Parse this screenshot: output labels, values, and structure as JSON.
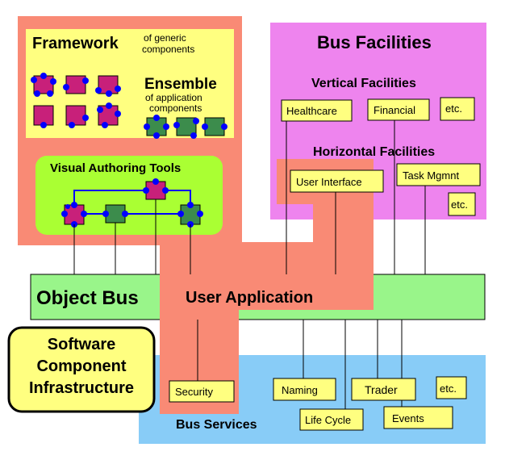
{
  "framework": {
    "title": "Framework",
    "subtitle_line1": "of generic",
    "subtitle_line2": "components"
  },
  "ensemble": {
    "title": "Ensemble",
    "subtitle_line1": "of application",
    "subtitle_line2": "components"
  },
  "visual_authoring": {
    "title": "Visual Authoring Tools"
  },
  "bus_facilities": {
    "title": "Bus Facilities",
    "vertical": {
      "title": "Vertical Facilities",
      "items": [
        "Healthcare",
        "Financial",
        "etc."
      ]
    },
    "horizontal": {
      "title": "Horizontal Facilities",
      "items": [
        "User Interface",
        "Task Mgmnt",
        "etc."
      ]
    }
  },
  "object_bus": {
    "title": "Object Bus"
  },
  "user_application": {
    "title": "User Application"
  },
  "infrastructure": {
    "line1": "Software",
    "line2": "Component",
    "line3": "Infrastructure"
  },
  "bus_services": {
    "title": "Bus Services",
    "items": [
      "Security",
      "Naming",
      "Trader",
      "etc.",
      "Life Cycle",
      "Events"
    ]
  },
  "colors": {
    "salmon": "#f98a75",
    "yellow": "#ffff80",
    "violet": "#ee84ee",
    "green": "#99f58a",
    "lime": "#aaff33",
    "blue": "#88ccf7",
    "magenta": "#c8207a",
    "teal": "#3c8c4c",
    "dot_blue": "#0000ff"
  },
  "icons": [
    "generic-component-icon",
    "application-component-icon"
  ]
}
